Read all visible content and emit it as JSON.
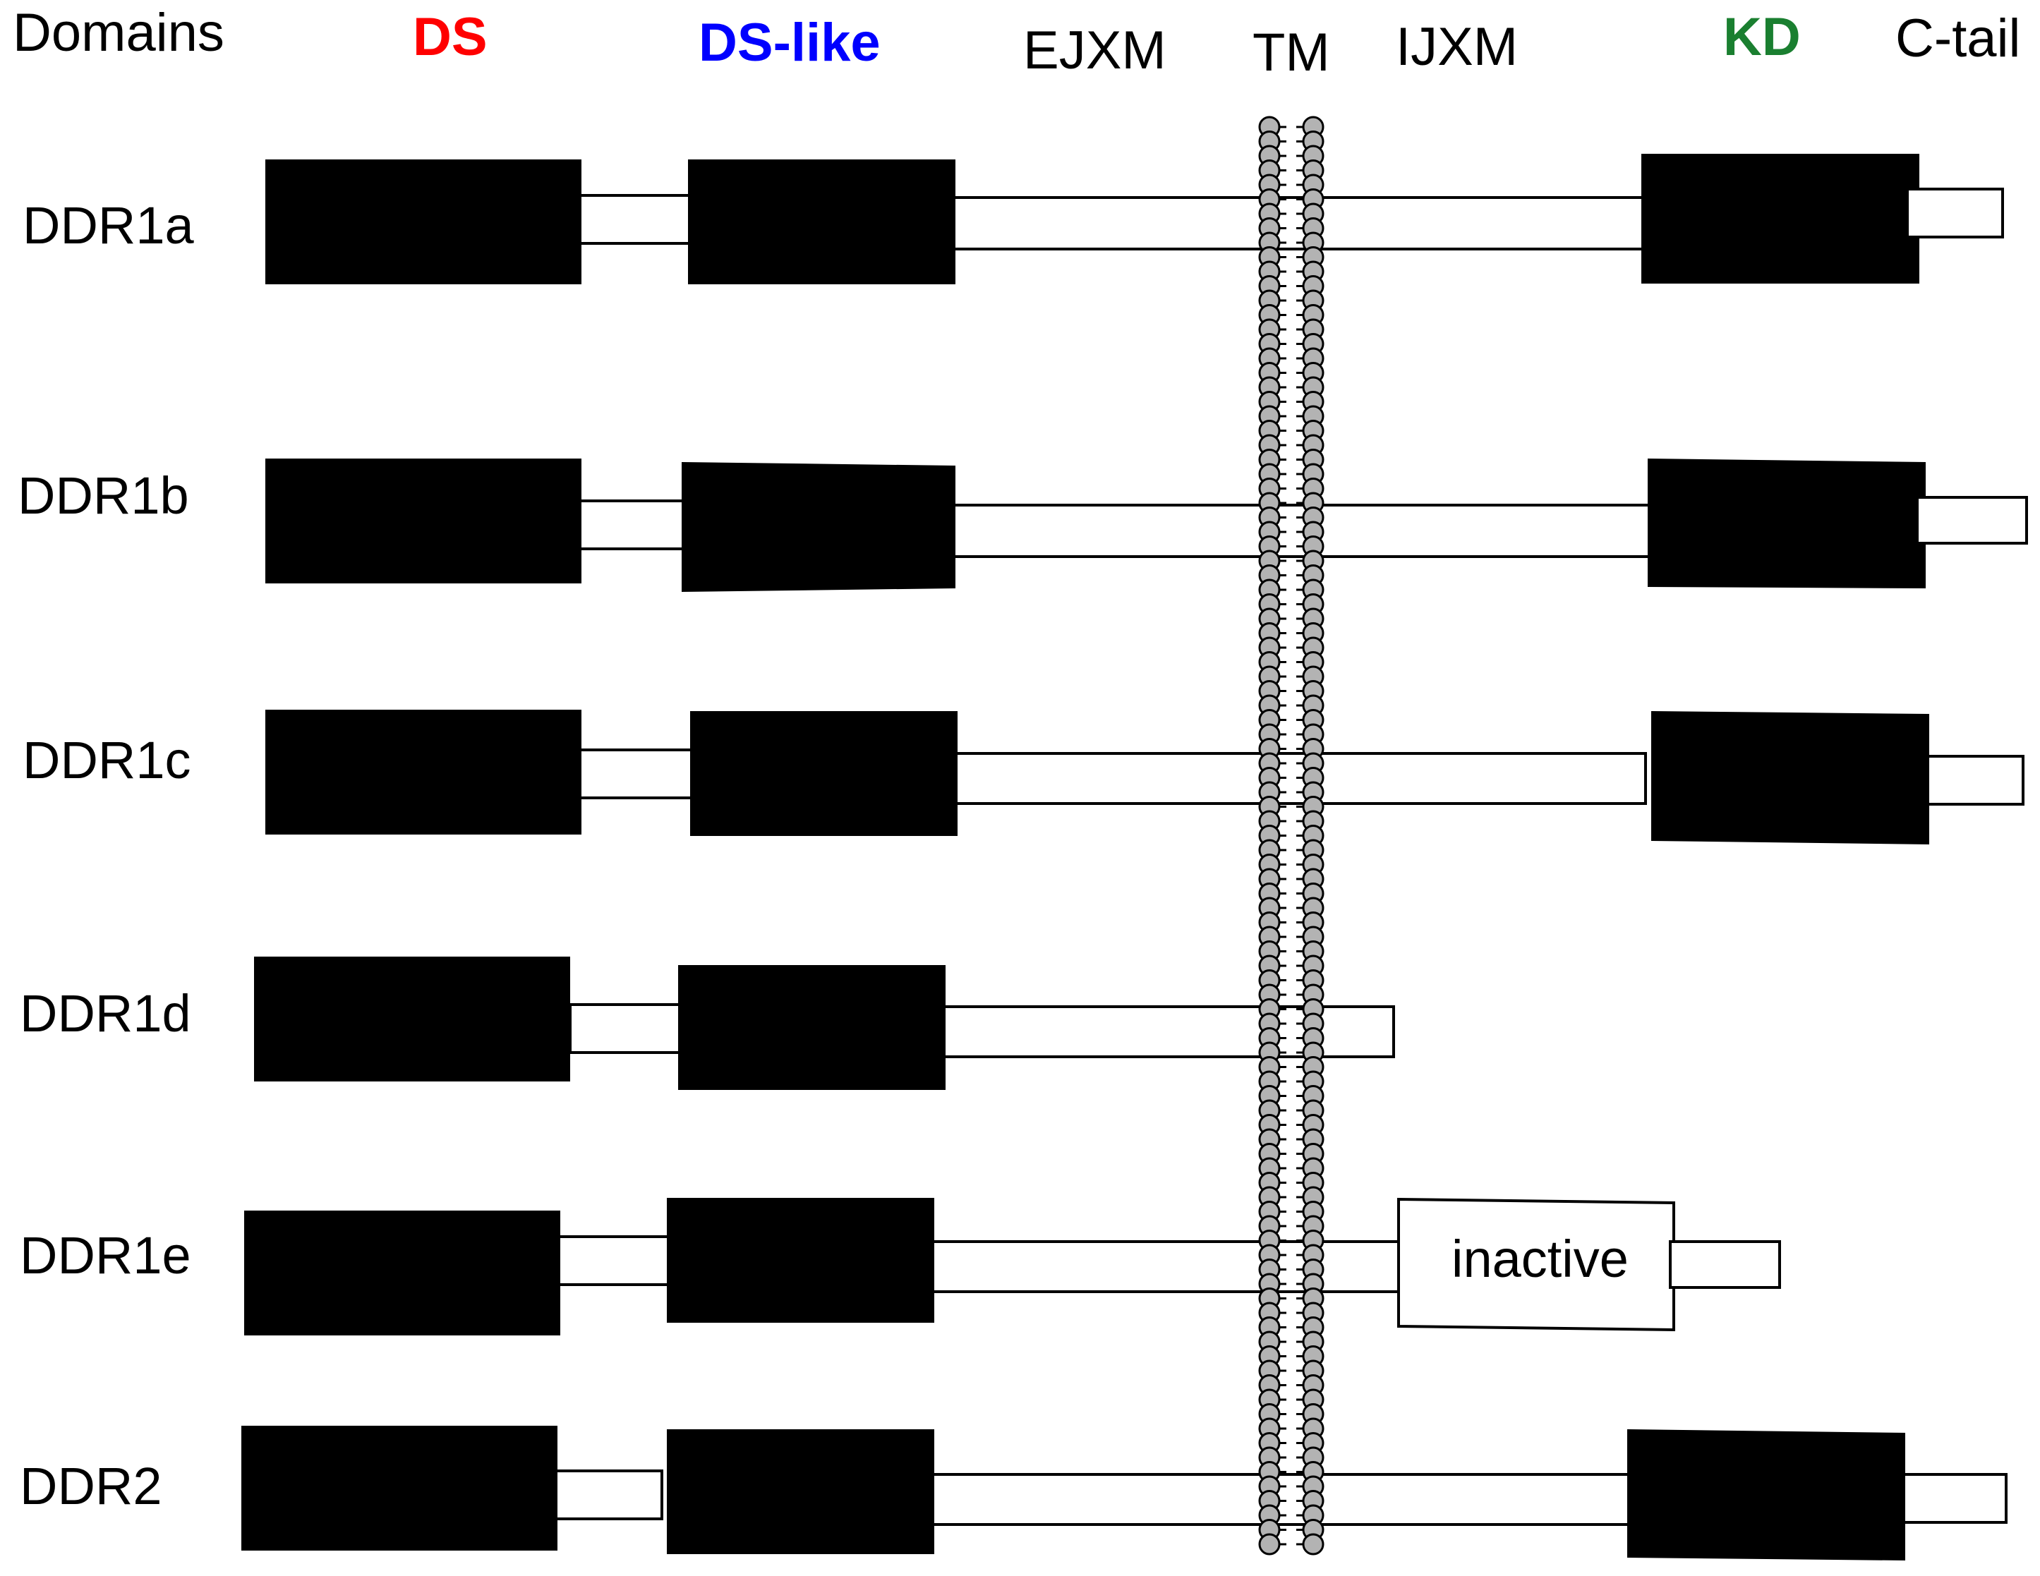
{
  "headers": {
    "domains": "Domains",
    "ds": "DS",
    "ds_like": "DS-like",
    "ejxm": "EJXM",
    "tm": "TM",
    "ijxm": "IJXM",
    "kd": "KD",
    "c_tail": "C-tail"
  },
  "colors": {
    "ds": "#ff0000",
    "ds_like": "#0000ff",
    "kd": "#1f8a2a",
    "kd_label": "#1a7f30",
    "membrane_bead": "#b3b3b3"
  },
  "isoforms": [
    {
      "name": "DDR1a",
      "kinase": "active"
    },
    {
      "name": "DDR1b",
      "kinase": "active"
    },
    {
      "name": "DDR1c",
      "kinase": "active"
    },
    {
      "name": "DDR1d",
      "kinase": "none"
    },
    {
      "name": "DDR1e",
      "kinase": "inactive",
      "kinase_label": "inactive"
    },
    {
      "name": "DDR2",
      "kinase": "active"
    }
  ]
}
